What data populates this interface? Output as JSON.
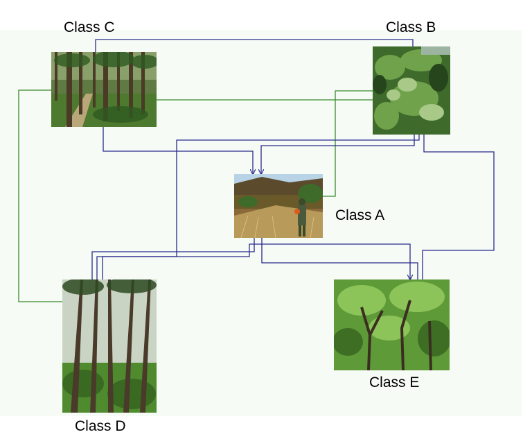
{
  "classes": {
    "a": {
      "label": "Class A"
    },
    "b": {
      "label": "Class B"
    },
    "c": {
      "label": "Class C"
    },
    "d": {
      "label": "Class D"
    },
    "e": {
      "label": "Class E"
    }
  },
  "colors": {
    "background_panel": "#f6fbf6",
    "connector_blue": "#2a2a8c",
    "connector_green": "#3a8a2a"
  }
}
